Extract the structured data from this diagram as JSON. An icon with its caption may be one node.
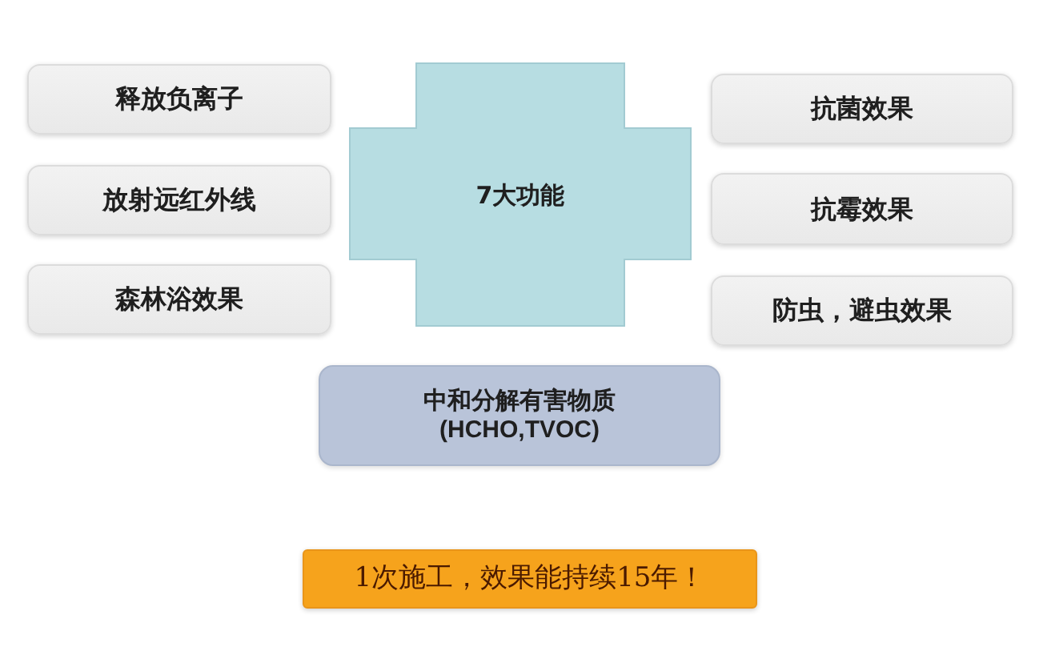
{
  "diagram": {
    "nodes": [
      {
        "text": [
          "释放负离子"
        ]
      },
      {
        "text": [
          "放射远红外线"
        ]
      },
      {
        "text": [
          "森林浴效果"
        ]
      },
      {
        "text": [
          "7大功能"
        ]
      },
      {
        "text": [
          "抗菌效果"
        ]
      },
      {
        "text": [
          "抗霉效果"
        ]
      },
      {
        "text": [
          "防虫，避虫效果"
        ]
      },
      {
        "text": [
          "中和分解有害物质 (HCHO,TVOC)"
        ]
      },
      {
        "text": [
          "1次施工，效果能持续15年！"
        ]
      }
    ]
  }
}
